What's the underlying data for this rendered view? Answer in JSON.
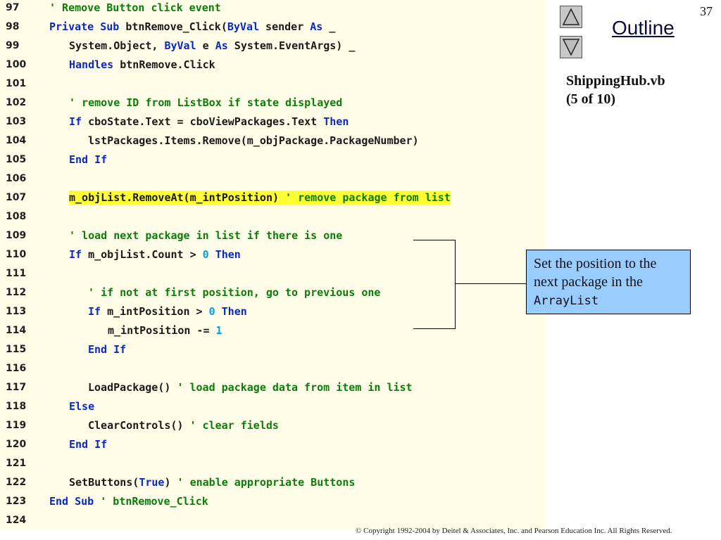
{
  "page_number": "37",
  "outline_label": "Outline",
  "file_name": "ShippingHub.vb",
  "file_part": "(5 of 10)",
  "callout": {
    "text_before": "Set the position to the next package in the",
    "code": "ArrayList"
  },
  "copyright": "© Copyright 1992-2004 by Deitel & Associates, Inc. and Pearson Education Inc. All Rights Reserved.",
  "colors": {
    "code_background": "#fffde7",
    "keyword": "#0a28c8",
    "comment": "#0a7d0a",
    "number": "#00a0e6",
    "highlight": "#ffff33",
    "callout_background": "#99ccff"
  },
  "icons": {
    "up": "up-triangle-icon",
    "down": "down-triangle-icon"
  },
  "lines": [
    {
      "num": "97",
      "indent": 1,
      "segments": [
        {
          "t": "' Remove Button click event",
          "c": "cm"
        }
      ]
    },
    {
      "num": "98",
      "indent": 1,
      "segments": [
        {
          "t": "Private Sub",
          "c": "kw"
        },
        {
          "t": " btnRemove_Click("
        },
        {
          "t": "ByVal",
          "c": "kw"
        },
        {
          "t": " sender "
        },
        {
          "t": "As",
          "c": "kw"
        },
        {
          "t": " _"
        }
      ]
    },
    {
      "num": "99",
      "indent": 2,
      "segments": [
        {
          "t": "System.Object, "
        },
        {
          "t": "ByVal",
          "c": "kw"
        },
        {
          "t": " e "
        },
        {
          "t": "As",
          "c": "kw"
        },
        {
          "t": " System.EventArgs) _"
        }
      ]
    },
    {
      "num": "100",
      "indent": 2,
      "segments": [
        {
          "t": "Handles",
          "c": "kw"
        },
        {
          "t": " btnRemove.Click"
        }
      ]
    },
    {
      "num": "101",
      "indent": 0,
      "segments": []
    },
    {
      "num": "102",
      "indent": 2,
      "segments": [
        {
          "t": "' remove ID from ListBox if state displayed",
          "c": "cm"
        }
      ]
    },
    {
      "num": "103",
      "indent": 2,
      "segments": [
        {
          "t": "If",
          "c": "kw"
        },
        {
          "t": " cboState.Text = cboViewPackages.Text "
        },
        {
          "t": "Then",
          "c": "kw"
        }
      ]
    },
    {
      "num": "104",
      "indent": 3,
      "segments": [
        {
          "t": "lstPackages.Items.Remove(m_objPackage.PackageNumber)"
        }
      ]
    },
    {
      "num": "105",
      "indent": 2,
      "segments": [
        {
          "t": "End If",
          "c": "kw"
        }
      ]
    },
    {
      "num": "106",
      "indent": 0,
      "segments": []
    },
    {
      "num": "107",
      "indent": 2,
      "highlight": true,
      "segments": [
        {
          "t": "m_objList.RemoveAt(m_intPosition) "
        },
        {
          "t": "' remove package from list",
          "c": "cm"
        }
      ]
    },
    {
      "num": "108",
      "indent": 0,
      "segments": []
    },
    {
      "num": "109",
      "indent": 2,
      "segments": [
        {
          "t": "' load next package in list if there is one",
          "c": "cm"
        }
      ]
    },
    {
      "num": "110",
      "indent": 2,
      "segments": [
        {
          "t": "If",
          "c": "kw"
        },
        {
          "t": " m_objList.Count > "
        },
        {
          "t": "0",
          "c": "num"
        },
        {
          "t": " "
        },
        {
          "t": "Then",
          "c": "kw"
        }
      ]
    },
    {
      "num": "111",
      "indent": 0,
      "segments": []
    },
    {
      "num": "112",
      "indent": 3,
      "segments": [
        {
          "t": "' if not at first position, go to previous one",
          "c": "cm"
        }
      ]
    },
    {
      "num": "113",
      "indent": 3,
      "segments": [
        {
          "t": "If",
          "c": "kw"
        },
        {
          "t": " m_intPosition > "
        },
        {
          "t": "0",
          "c": "num"
        },
        {
          "t": " "
        },
        {
          "t": "Then",
          "c": "kw"
        }
      ]
    },
    {
      "num": "114",
      "indent": 4,
      "segments": [
        {
          "t": "m_intPosition -= "
        },
        {
          "t": "1",
          "c": "num"
        }
      ]
    },
    {
      "num": "115",
      "indent": 3,
      "segments": [
        {
          "t": "End If",
          "c": "kw"
        }
      ]
    },
    {
      "num": "116",
      "indent": 0,
      "segments": []
    },
    {
      "num": "117",
      "indent": 3,
      "segments": [
        {
          "t": "LoadPackage() "
        },
        {
          "t": "' load package data from item in list",
          "c": "cm"
        }
      ]
    },
    {
      "num": "118",
      "indent": 2,
      "segments": [
        {
          "t": "Else",
          "c": "kw"
        }
      ]
    },
    {
      "num": "119",
      "indent": 3,
      "segments": [
        {
          "t": "ClearControls() "
        },
        {
          "t": "' clear fields",
          "c": "cm"
        }
      ]
    },
    {
      "num": "120",
      "indent": 2,
      "segments": [
        {
          "t": "End If",
          "c": "kw"
        }
      ]
    },
    {
      "num": "121",
      "indent": 0,
      "segments": []
    },
    {
      "num": "122",
      "indent": 2,
      "segments": [
        {
          "t": "SetButtons("
        },
        {
          "t": "True",
          "c": "kw"
        },
        {
          "t": ") "
        },
        {
          "t": "' enable appropriate Buttons",
          "c": "cm"
        }
      ]
    },
    {
      "num": "123",
      "indent": 1,
      "segments": [
        {
          "t": "End Sub",
          "c": "kw"
        },
        {
          "t": " "
        },
        {
          "t": "' btnRemove_Click",
          "c": "cm"
        }
      ]
    },
    {
      "num": "124",
      "indent": 0,
      "segments": []
    }
  ]
}
